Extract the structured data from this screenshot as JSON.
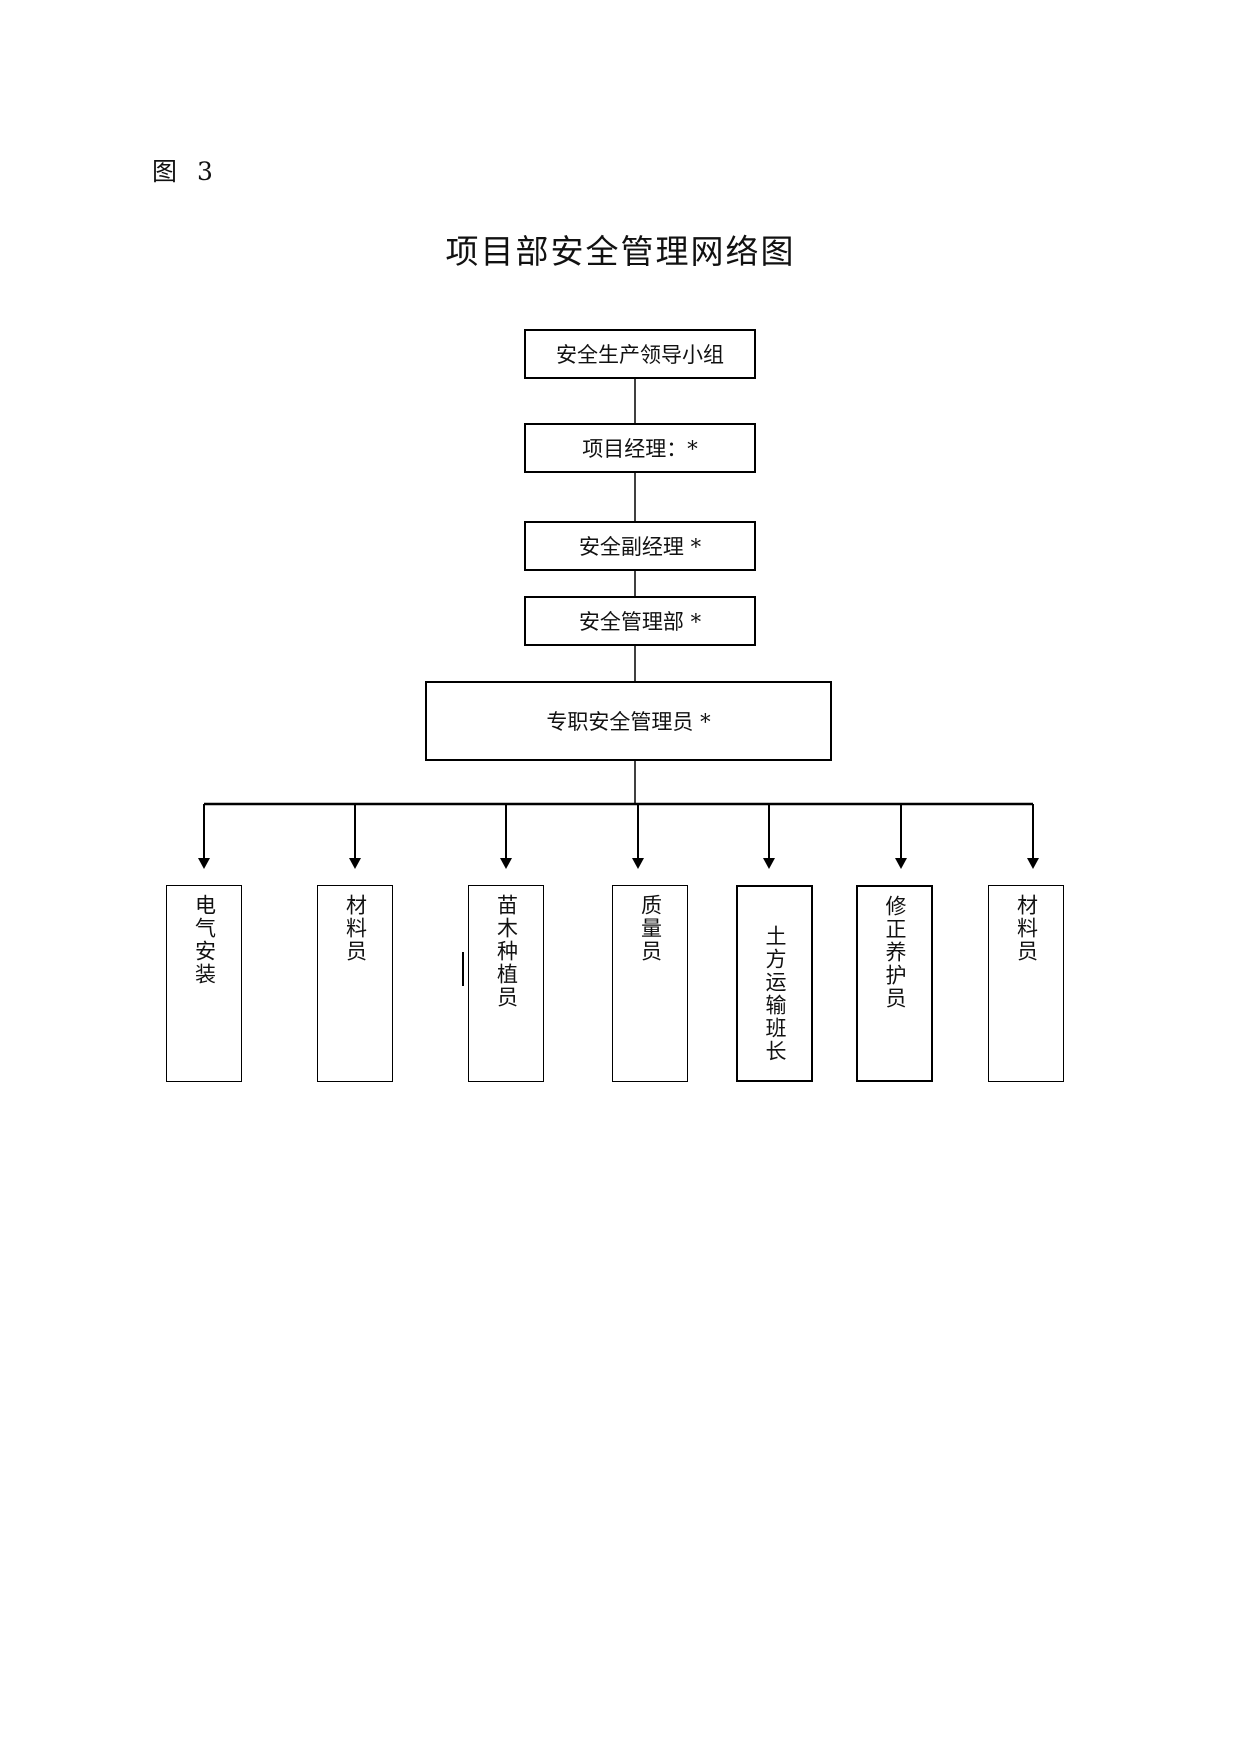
{
  "figure_label": "图 3",
  "title": "项目部安全管理网络图",
  "chain": [
    {
      "label": "安全生产领导小组"
    },
    {
      "label": "项目经理：*"
    },
    {
      "label": "安全副经理 *"
    },
    {
      "label": "安全管理部 *"
    },
    {
      "label": "专职安全管理员 *"
    }
  ],
  "branches": [
    {
      "label": "电气安装"
    },
    {
      "label": "材料员"
    },
    {
      "label": "苗木种植员"
    },
    {
      "label": "质量员"
    },
    {
      "label": "土方运输班长"
    },
    {
      "label": "修正养护员"
    },
    {
      "label": "材料员"
    }
  ]
}
